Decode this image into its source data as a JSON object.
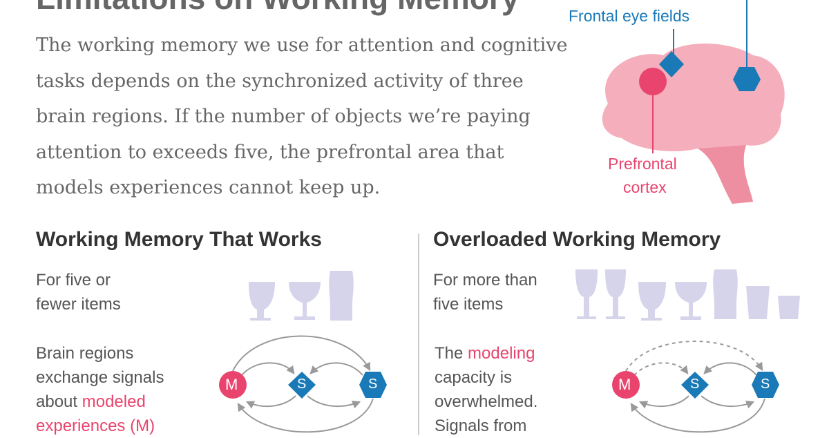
{
  "title": "Limitations on Working Memory",
  "intro": "The working memory we use for attention and cognitive tasks depends on the synchronized activity of three brain regions. If the number of objects we’re paying attention to exceeds five, the prefrontal area that models experiences cannot keep up.",
  "brain": {
    "frontal_label": "Frontal eye fields",
    "prefrontal_label_1": "Prefrontal",
    "prefrontal_label_2": "cortex"
  },
  "left": {
    "heading": "Working Memory That Works",
    "items_1": "For five or",
    "items_2": "fewer items",
    "desc_1": "Brain regions",
    "desc_2": "exchange signals",
    "desc_3": "about ",
    "desc_3b": "modeled",
    "desc_4": "experiences (M)",
    "node_m": "M",
    "node_s1": "S",
    "node_s2": "S"
  },
  "right": {
    "heading": "Overloaded Working Memory",
    "items_1": "For more than",
    "items_2": "five items",
    "desc_1a": "The ",
    "desc_1b": "modeling",
    "desc_2": "capacity is",
    "desc_3": "overwhelmed.",
    "desc_4": "Signals from",
    "node_m": "M",
    "node_s1": "S",
    "node_s2": "S"
  },
  "colors": {
    "pink": "#e8446e",
    "blue": "#1a7ab8",
    "brain": "#f5aebb",
    "glass": "#d5d4ea"
  }
}
